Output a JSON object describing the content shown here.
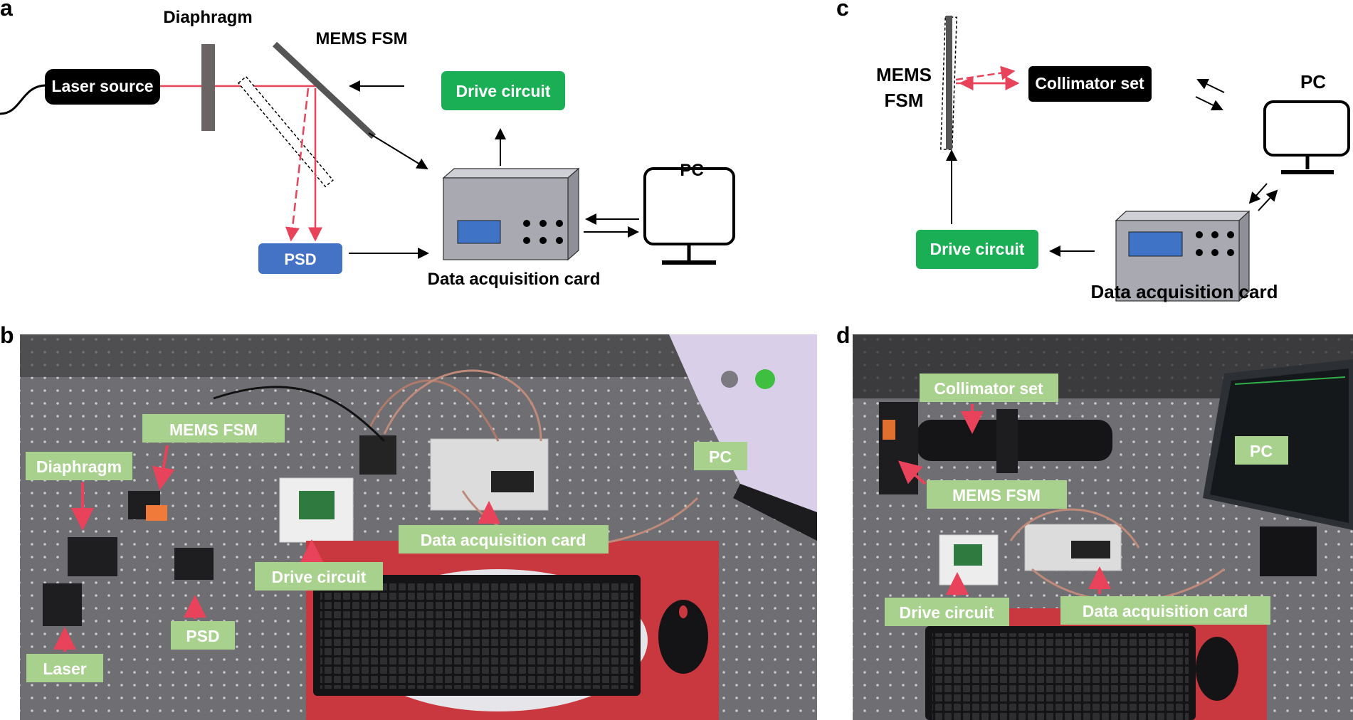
{
  "panels": {
    "a": "a",
    "b": "b",
    "c": "c",
    "d": "d"
  },
  "panel_a": {
    "laser_source": "Laser source",
    "diaphragm": "Diaphragm",
    "mems_fsm": "MEMS FSM",
    "drive_circuit": "Drive circuit",
    "psd": "PSD",
    "data_acquisition_card": "Data acquisition card",
    "pc": "PC"
  },
  "panel_c": {
    "mems_fsm_line1": "MEMS",
    "mems_fsm_line2": "FSM",
    "collimator_set": "Collimator set",
    "pc": "PC",
    "drive_circuit": "Drive circuit",
    "data_acquisition_card": "Data acquisition card"
  },
  "panel_b": {
    "mems_fsm": "MEMS FSM",
    "diaphragm": "Diaphragm",
    "pc": "PC",
    "data_acquisition_card": "Data acquisition card",
    "drive_circuit": "Drive circuit",
    "psd": "PSD",
    "laser": "Laser"
  },
  "panel_d": {
    "collimator_set": "Collimator set",
    "pc": "PC",
    "mems_fsm": "MEMS FSM",
    "drive_circuit": "Drive circuit",
    "data_acquisition_card": "Data acquisition card"
  },
  "colors": {
    "laser_red": "#e8435a",
    "drive_green": "#1aaf54",
    "psd_blue": "#4472c4",
    "label_green": "#a9d18e",
    "daq_box": "#a9a9b1",
    "daq_screen": "#3f73c6"
  }
}
